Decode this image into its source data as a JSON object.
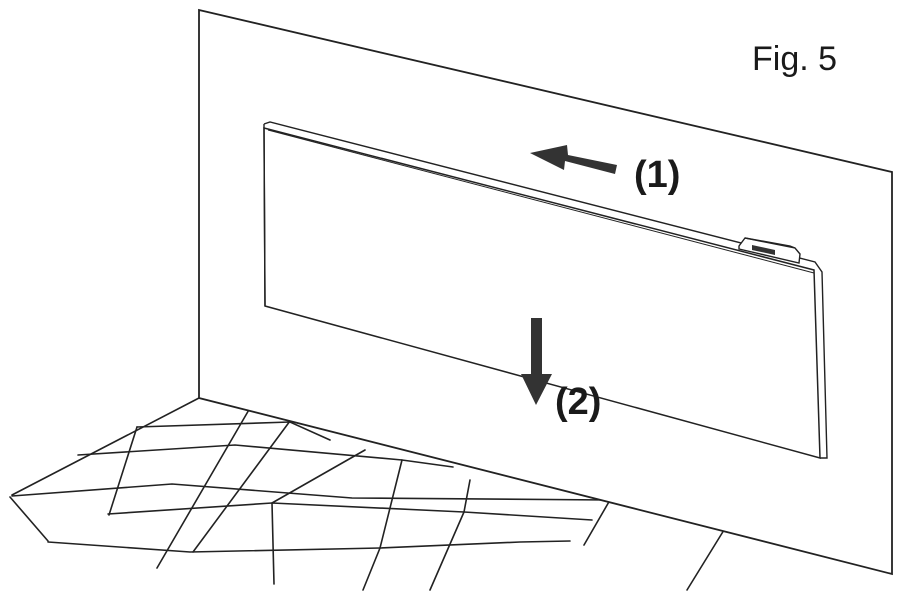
{
  "figure": {
    "label": "Fig. 5",
    "steps": [
      {
        "label": "(1)",
        "direction": "left"
      },
      {
        "label": "(2)",
        "direction": "down"
      }
    ]
  },
  "colors": {
    "line": "#222222",
    "arrow": "#333333",
    "background": "#ffffff"
  }
}
